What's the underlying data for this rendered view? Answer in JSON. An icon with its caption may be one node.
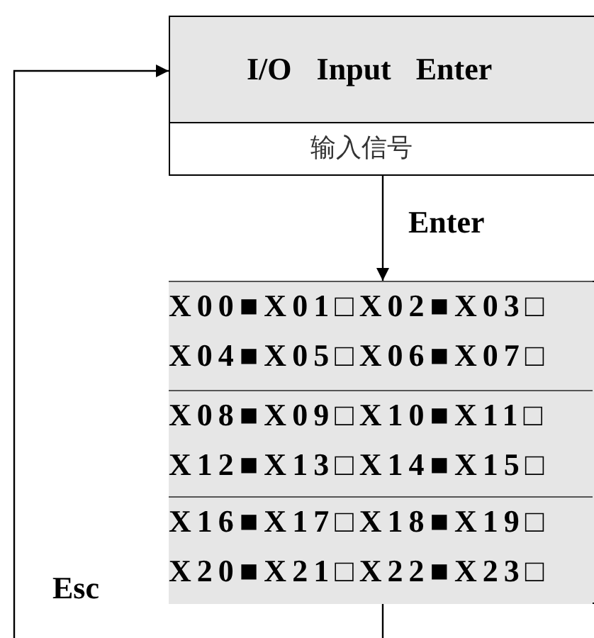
{
  "diagram": {
    "nodes": [
      {
        "text": [
          "I/O Input Enter",
          "输入信号"
        ]
      },
      {
        "text": [],
        "shape": "box"
      },
      {
        "text": [
          "X00■X01□X02■X03□",
          "X04■X05□X06■X07□"
        ],
        "in": 1
      },
      {
        "text": [
          "X08■X09□X10■X11□",
          "X12■X13□X14■X15□"
        ],
        "in": 1
      },
      {
        "text": [
          "X16■X17□X18■X19□",
          "X20■X21□X22■X23□"
        ],
        "in": 1
      }
    ],
    "edges": [
      {
        "from": 0,
        "to": 1,
        "arrow": "to",
        "label": "Enter"
      },
      {
        "from": 1,
        "to": null,
        "arrow": "none"
      },
      {
        "from": null,
        "to": 0,
        "arrow": "to",
        "label": "Esc"
      }
    ]
  }
}
